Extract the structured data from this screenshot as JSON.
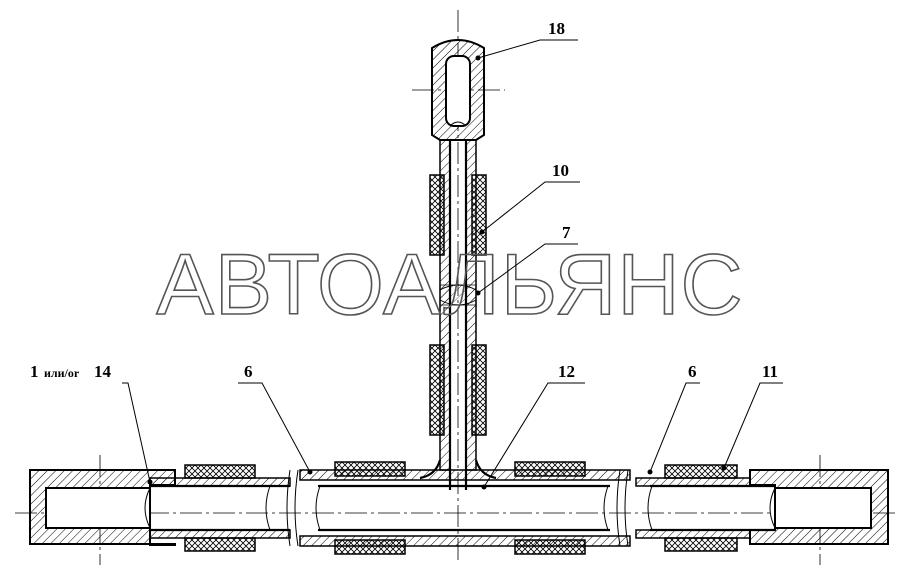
{
  "callouts": {
    "part_18": "18",
    "part_10": "10",
    "part_7": "7",
    "part_1_prefix": "1",
    "part_1_connector": "или/or",
    "part_14": "14",
    "part_6_left": "6",
    "part_12": "12",
    "part_6_right": "6",
    "part_11": "11"
  },
  "watermark": "АВТОАЛЬЯНС"
}
